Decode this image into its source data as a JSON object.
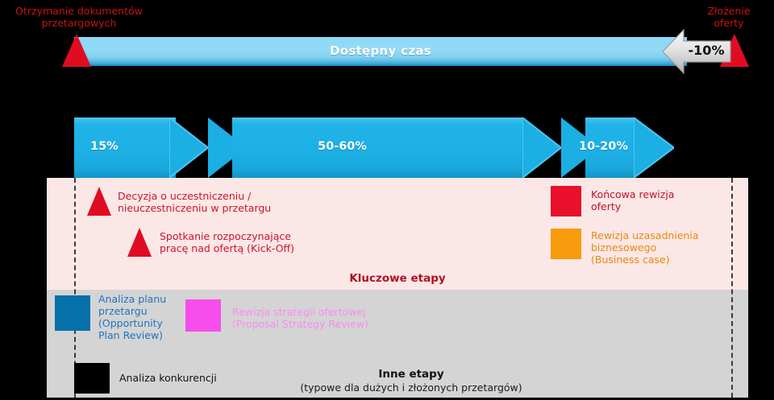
{
  "top": {
    "left_label": "Otrzymanie dokumentów\nprzetargowych",
    "right_label": "Złożenie\noferty",
    "bar_label": "Dostępny czas",
    "reduction_label": "-10%",
    "label_color": "#CC1111",
    "bar_color": "#8DD8F5",
    "marker_color": "#E00C22"
  },
  "phases": {
    "color": "#1CAFE4",
    "items": [
      {
        "label": "15%"
      },
      {
        "label": "50-60%"
      },
      {
        "label": "10-20%"
      }
    ]
  },
  "key_stages": {
    "title": "Kluczowe etapy",
    "background": "#FCE7E7",
    "items": [
      {
        "name": "decision",
        "swatch": "triangle-red",
        "color": "#CC1427",
        "label": "Decyzja o uczestniczeniu /\nnieuczestniczeniu w przetargu"
      },
      {
        "name": "kickoff",
        "swatch": "triangle-red",
        "color": "#CC1427",
        "label": "Spotkanie rozpoczynające\npracę nad ofertą (Kick-Off)"
      },
      {
        "name": "final-review",
        "swatch": "square",
        "swatch_color": "#E8102A",
        "color": "#C21124",
        "label": "Końcowa rewizja\noferty"
      },
      {
        "name": "business-case",
        "swatch": "square",
        "swatch_color": "#F79B0C",
        "color": "#E68A0A",
        "label": "Rewizja uzasadnienia\nbiznesowego\n(Business case)"
      }
    ]
  },
  "other_stages": {
    "title": "Inne etapy",
    "subtitle": "(typowe dla dużych i złożonych przetargów)",
    "background": "#D4D4D4",
    "items": [
      {
        "name": "opportunity-plan-review",
        "swatch_color": "#0571A8",
        "color": "#1D74BF",
        "label": "Analiza planu\nprzetargu\n(Opportunity\nPlan Review)"
      },
      {
        "name": "proposal-strategy-review",
        "swatch_color": "#F74DEB",
        "color": "#F98BF2",
        "label": "Rewizja strategii ofertowej\n(Proposal Strategy Review)"
      },
      {
        "name": "competition-analysis",
        "swatch_color": "#000000",
        "color": "#111111",
        "label": "Analiza konkurencji"
      }
    ]
  }
}
